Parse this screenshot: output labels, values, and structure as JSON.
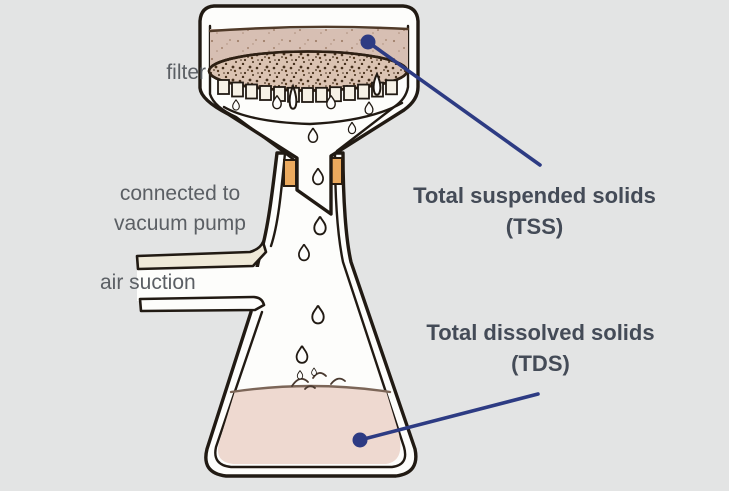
{
  "diagram": {
    "labels": {
      "filter": "filter",
      "pump_line1": "connected to",
      "pump_line2": "vacuum pump",
      "air": "air suction"
    },
    "annotations": {
      "tss_title": "Total suspended solids",
      "tss_abbr": "(TSS)",
      "tds_title": "Total dissolved solids",
      "tds_abbr": "(TDS)"
    },
    "colors": {
      "background": "#e3e4e4",
      "outline_black": "#211a13",
      "label_gray": "#5b5f64",
      "heading_slate": "#444b57",
      "pointer_navy": "#2d3b83",
      "suspension_fill": "#d7bfb3",
      "filter_fill": "#dbc3b2",
      "flask_liquid": "#eed9d0",
      "stopper_orange": "#ecaa5e",
      "tube_cream": "#efe9d8"
    }
  }
}
